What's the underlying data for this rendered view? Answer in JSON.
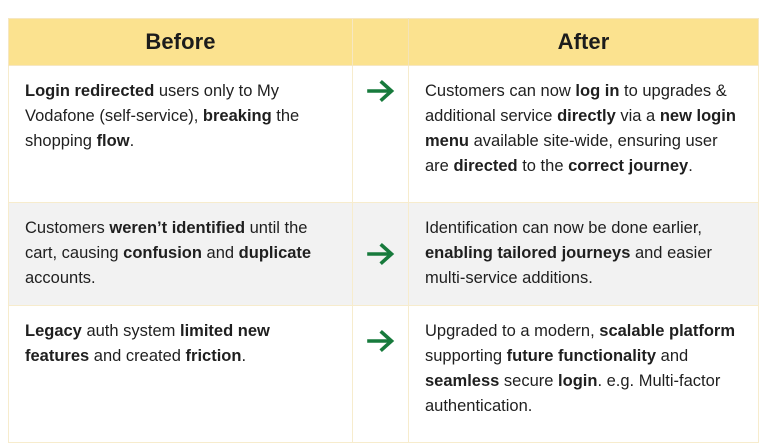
{
  "table": {
    "accent_header_bg": "#FBE28F",
    "border_color": "#F7ECCD",
    "alt_row_bg": "#F2F2F2",
    "arrow_color": "#177A3C",
    "text_color": "#1F1F1F",
    "headers": {
      "before": "Before",
      "arrow": "",
      "after": "After"
    },
    "arrow_icon_name": "arrow-right-icon",
    "rows": [
      {
        "id": "row-1",
        "before_segments": [
          {
            "text": "Login redirected",
            "bold": true
          },
          {
            "text": " users only to My Vodafone (self-service), ",
            "bold": false
          },
          {
            "text": "breaking",
            "bold": true
          },
          {
            "text": " the shopping ",
            "bold": false
          },
          {
            "text": "flow",
            "bold": true
          },
          {
            "text": ".",
            "bold": false
          }
        ],
        "after_segments": [
          {
            "text": "Customers can now ",
            "bold": false
          },
          {
            "text": "log in",
            "bold": true
          },
          {
            "text": " to upgrades & additional service ",
            "bold": false
          },
          {
            "text": "directly",
            "bold": true
          },
          {
            "text": " via a ",
            "bold": false
          },
          {
            "text": "new login menu",
            "bold": true
          },
          {
            "text": " available site-wide, ensuring user are ",
            "bold": false
          },
          {
            "text": "directed",
            "bold": true
          },
          {
            "text": " to the ",
            "bold": false
          },
          {
            "text": "correct journey",
            "bold": true
          },
          {
            "text": ".",
            "bold": false
          }
        ]
      },
      {
        "id": "row-2",
        "before_segments": [
          {
            "text": "Customers ",
            "bold": false
          },
          {
            "text": "weren’t identified",
            "bold": true
          },
          {
            "text": " until the cart, causing ",
            "bold": false
          },
          {
            "text": "confusion",
            "bold": true
          },
          {
            "text": " and ",
            "bold": false
          },
          {
            "text": "duplicate",
            "bold": true
          },
          {
            "text": " accounts.",
            "bold": false
          }
        ],
        "after_segments": [
          {
            "text": "Identification can now be done earlier, ",
            "bold": false
          },
          {
            "text": "enabling tailored journeys",
            "bold": true
          },
          {
            "text": " and easier multi-service additions.",
            "bold": false
          }
        ]
      },
      {
        "id": "row-3",
        "before_segments": [
          {
            "text": "Legacy",
            "bold": true
          },
          {
            "text": " auth system ",
            "bold": false
          },
          {
            "text": "limited new features",
            "bold": true
          },
          {
            "text": " and created ",
            "bold": false
          },
          {
            "text": "friction",
            "bold": true
          },
          {
            "text": ".",
            "bold": false
          }
        ],
        "after_segments": [
          {
            "text": "Upgraded to a modern, ",
            "bold": false
          },
          {
            "text": "scalable platform",
            "bold": true
          },
          {
            "text": " supporting ",
            "bold": false
          },
          {
            "text": "future functionality",
            "bold": true
          },
          {
            "text": " and ",
            "bold": false
          },
          {
            "text": "seamless",
            "bold": true
          },
          {
            "text": " secure ",
            "bold": false
          },
          {
            "text": "login",
            "bold": true
          },
          {
            "text": ". e.g. Multi-factor authentication.",
            "bold": false
          }
        ]
      }
    ]
  }
}
